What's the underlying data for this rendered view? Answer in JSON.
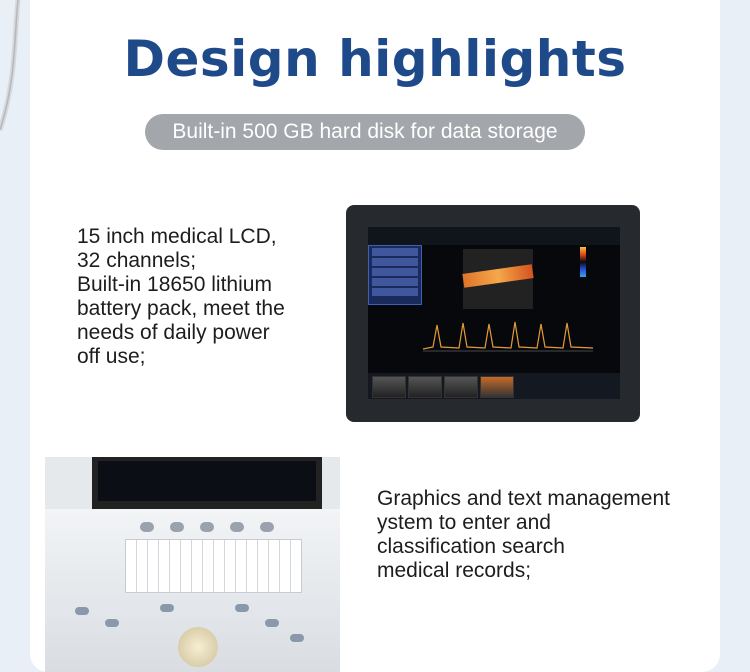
{
  "header": {
    "title": "Design highlights",
    "subtitle": "Built-in 500 GB hard disk for data storage"
  },
  "feature_1": {
    "text": "15 inch medical LCD,\n32 channels;\nBuilt-in 18650 lithium\nbattery pack, meet the\nneeds of daily power\noff use;"
  },
  "feature_2": {
    "text": "Graphics and text management\nystem to enter and\nclassification search\nmedical records;"
  },
  "colors": {
    "title": "#1f4a8a",
    "pill_bg": "#a3a6ab",
    "background": "#e9eff6"
  }
}
